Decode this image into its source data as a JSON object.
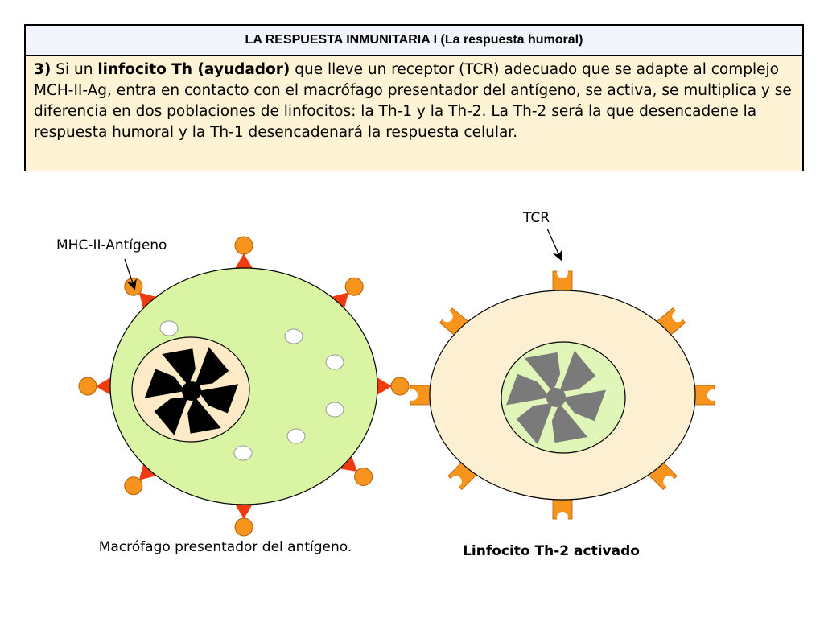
{
  "header": {
    "title": "LA RESPUESTA INMUNITARIA I (La respuesta humoral)",
    "paragraph": {
      "step": "3)",
      "text_a": "Si un",
      "bold_term": "linfocito Th (ayudador)",
      "text_b": "que lleve un receptor (TCR) adecuado que se adapte al complejo MCH-II-Ag, entra en  contacto con el macrófago presentador del antígeno, se activa, se multiplica y se diferencia en dos poblaciones de linfocitos: la Th-1 y la Th-2. La Th-2 será la que desencadene la respuesta humoral y la Th-1 desencadenará la respuesta celular."
    }
  },
  "labels": {
    "mhc": "MHC-II-Antígeno",
    "tcr": "TCR"
  },
  "captions": {
    "macrophage": "Macrófago presentador del antígeno.",
    "lymphocyte": "Linfocito Th-2 activado"
  },
  "colors": {
    "macrophage_cytoplasm": "#d9f5a3",
    "macrophage_nucleus": "#fdebc8",
    "lymphocyte_cytoplasm": "#fdf0d2",
    "lymphocyte_nucleus": "#e0f5b8",
    "antigen_circle": "#f7941d",
    "mhc_triangle": "#f03a10",
    "tcr_receptor": "#f7941d",
    "chromatin_dark": "#000000",
    "chromatin_grey": "#7a7a7a"
  }
}
